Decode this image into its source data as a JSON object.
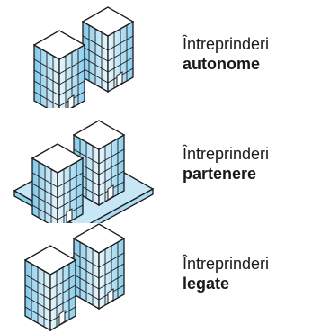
{
  "items": [
    {
      "line1": "Întreprinderi",
      "line2": "autonome"
    },
    {
      "line1": "Întreprinderi",
      "line2": "partenere"
    },
    {
      "line1": "Întreprinderi",
      "line2": "legate"
    }
  ],
  "colors": {
    "facade": "#a9dcf2",
    "facade_light": "#e6f5fc",
    "stroke": "#1a1a1a",
    "platform": "#c7e7f6"
  }
}
